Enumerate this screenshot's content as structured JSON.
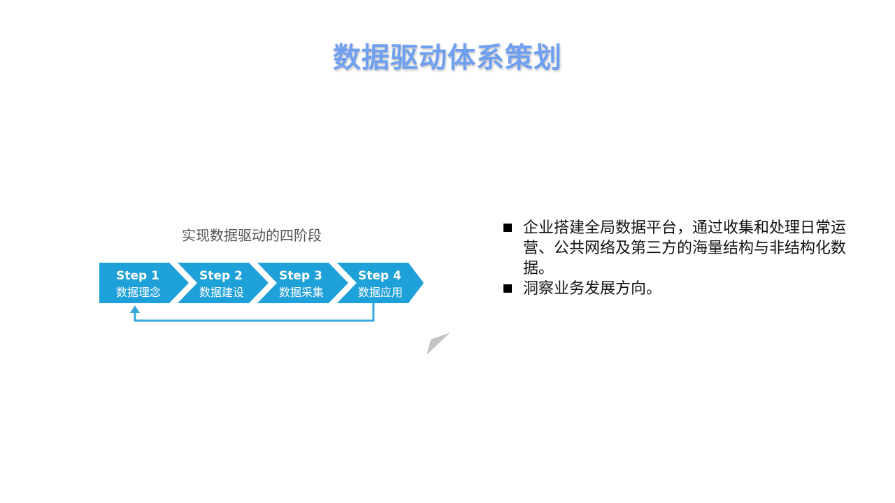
{
  "slide": {
    "title": "数据驱动体系策划"
  },
  "figure": {
    "caption": "实现数据驱动的四阶段",
    "steps": [
      {
        "step": "Step 1",
        "label": "数据理念"
      },
      {
        "step": "Step 2",
        "label": "数据建设"
      },
      {
        "step": "Step 3",
        "label": "数据采集"
      },
      {
        "step": "Step 4",
        "label": "数据应用"
      }
    ]
  },
  "bullets": [
    "企业搭建全局数据平台，通过收集和处理日常运营、公共网络及第三方的海量结构与非结构化数据。",
    "洞察业务发展方向。"
  ],
  "colors": {
    "title": "#6f9ff0",
    "chevron": "#1ea0d8",
    "arrow": "#35a8dc",
    "caption": "#555555"
  }
}
